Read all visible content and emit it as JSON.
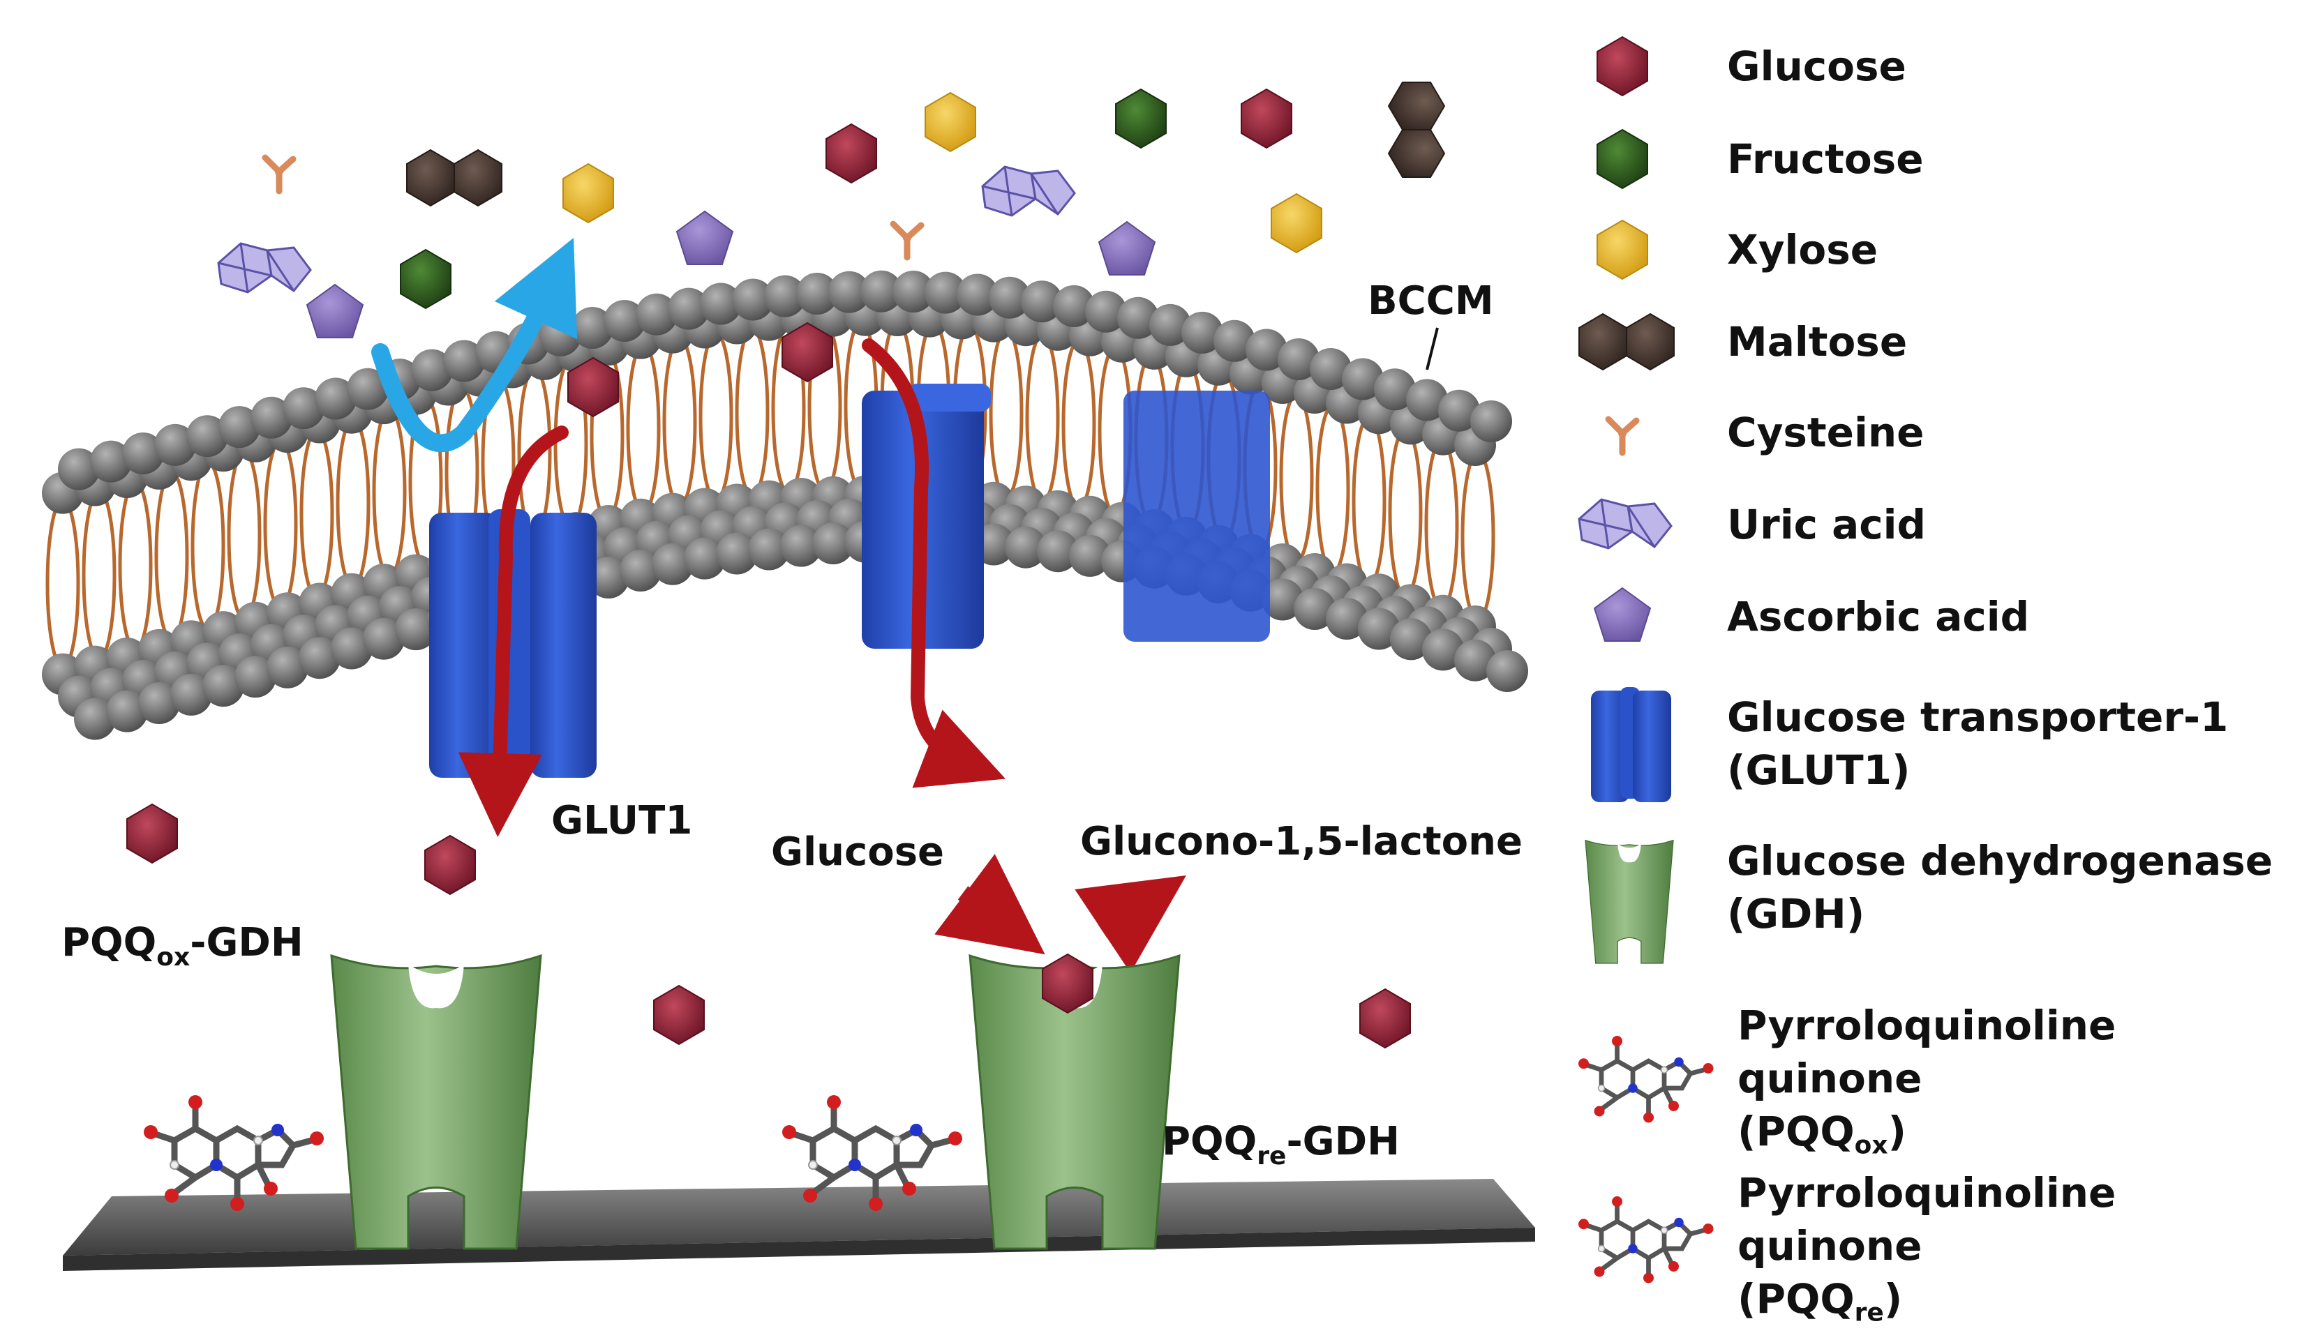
{
  "labels": {
    "bccm": "BCCM",
    "glut1": "GLUT1",
    "glucose": "Glucose",
    "product": "Glucono-1,5-lactone",
    "pqq_ox_gdh_main": "PQQ",
    "pqq_ox_gdh_sub": "ox",
    "pqq_ox_gdh_tail": "-GDH",
    "pqq_re_gdh_main": "PQQ",
    "pqq_re_gdh_sub": "re",
    "pqq_re_gdh_tail": "-GDH"
  },
  "legend": {
    "glucose": "Glucose",
    "fructose": "Fructose",
    "xylose": "Xylose",
    "maltose": "Maltose",
    "cysteine": "Cysteine",
    "uric_acid": "Uric acid",
    "ascorbic_acid": "Ascorbic acid",
    "glut1_line1": "Glucose transporter-1",
    "glut1_line2": "(GLUT1)",
    "gdh_line1": "Glucose dehydrogenase",
    "gdh_line2": "(GDH)",
    "pqq_ox_line1": "Pyrroloquinoline quinone",
    "pqq_ox_open": "(PQQ",
    "pqq_ox_sub": "ox",
    "pqq_ox_close": ")",
    "pqq_re_line1": "Pyrroloquinoline quinone",
    "pqq_re_open": "(PQQ",
    "pqq_re_sub": "re",
    "pqq_re_close": ")"
  },
  "colors": {
    "glucose": "#8b1f33",
    "fructose": "#2e5a1e",
    "xylose": "#e6b522",
    "maltose": "#4a3a33",
    "cysteine": "#d9895a",
    "uric_acid": "#8f84c9",
    "ascorbic_acid": "#8a74bd",
    "transporter": "#2952c9",
    "enzyme": "#6f9c5e",
    "lipid_head": "#7a7a7a",
    "lipid_tail": "#b8682c",
    "arrow_red": "#b3151b",
    "arrow_blue": "#29a6e6",
    "electrode": "#6d6d6d"
  }
}
